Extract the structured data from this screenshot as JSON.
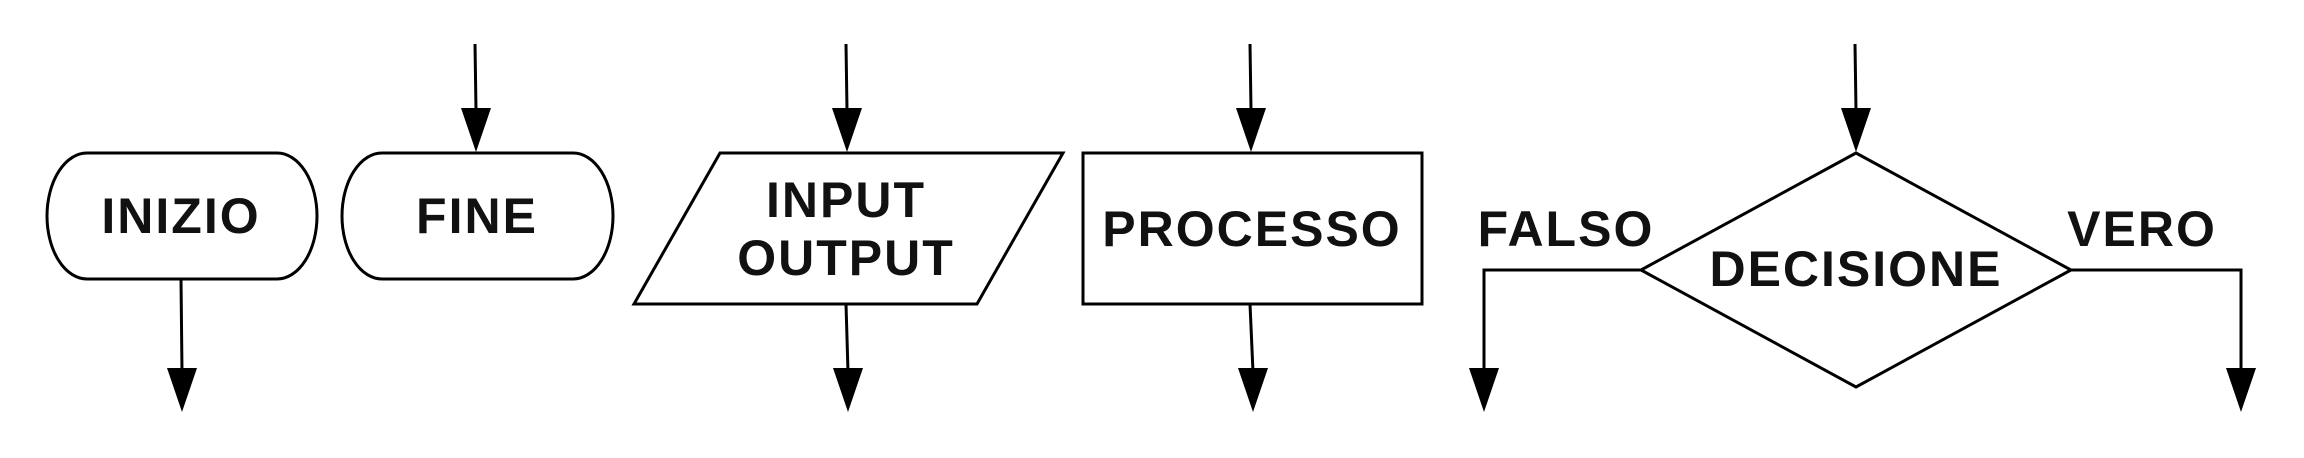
{
  "shapes": {
    "start": {
      "label": "INIZIO"
    },
    "end": {
      "label": "FINE"
    },
    "io": {
      "line1": "INPUT",
      "line2": "OUTPUT"
    },
    "process": {
      "label": "PROCESSO"
    },
    "decision": {
      "label": "DECISIONE",
      "false_label": "FALSO",
      "true_label": "VERO"
    }
  },
  "colors": {
    "stroke": "#000000",
    "text": "#111111",
    "background": "#ffffff"
  }
}
